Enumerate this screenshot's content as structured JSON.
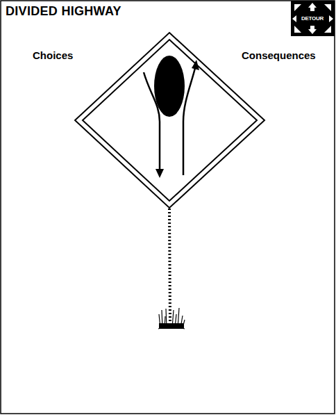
{
  "diagram": {
    "title": "DIVIDED HIGHWAY",
    "labels": [
      "Choices",
      "Consequences",
      "DETOUR"
    ]
  }
}
